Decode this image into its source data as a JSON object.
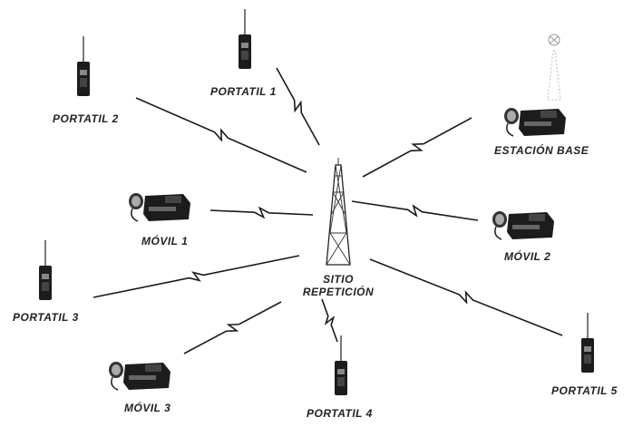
{
  "labels": {
    "portatil_1": "PORTATIL 1",
    "portatil_2": "PORTATIL 2",
    "portatil_3": "PORTATIL 3",
    "portatil_4": "PORTATIL 4",
    "portatil_5": "PORTATIL 5",
    "movil_1": "MÓVIL 1",
    "movil_2": "MÓVIL 2",
    "movil_3": "MÓVIL 3",
    "estacion_base": "ESTACIÓN BASE",
    "sitio_line1": "SITIO",
    "sitio_line2": "REPETICIÓN"
  },
  "colors": {
    "ink": "#1a1a1a"
  }
}
